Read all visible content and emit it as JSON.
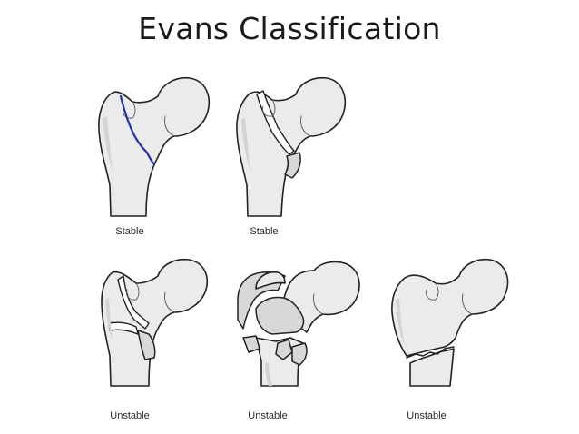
{
  "title": "Evans Classification",
  "fracture_line_color": "#2233a8",
  "figures": [
    {
      "caption": "Stable"
    },
    {
      "caption": "Stable"
    },
    {
      "caption": "Unstable"
    },
    {
      "caption": "Unstable"
    },
    {
      "caption": "Unstable"
    }
  ]
}
